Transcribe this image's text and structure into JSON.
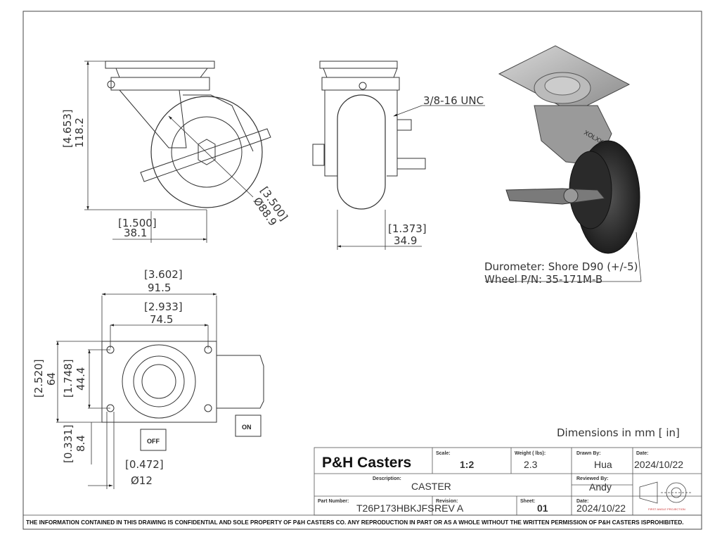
{
  "views": {
    "side": {
      "height_in": "[4.653]",
      "height_mm": "118.2",
      "offset_in": "[1.500]",
      "offset_mm": "38.1",
      "wheel_in": "[3.500]",
      "wheel_mm": "Ø88.9"
    },
    "front": {
      "thread": "3/8-16 UNC",
      "width_in": "[1.373]",
      "width_mm": "34.9"
    },
    "top": {
      "plate_w_in": "[3.602]",
      "plate_w_mm": "91.5",
      "bolt_w_in": "[2.933]",
      "bolt_w_mm": "74.5",
      "plate_h_in": "[2.520]",
      "plate_h_mm": "64",
      "bolt_h_in": "[1.748]",
      "bolt_h_mm": "44.4",
      "hole_off_in": "[0.331]",
      "hole_off_mm": "8.4",
      "hole_d_in": "[0.472]",
      "hole_d_mm": "Ø12",
      "off_label": "OFF",
      "on_label": "ON"
    },
    "iso": {
      "durometer": "Durometer: Shore D90 (+/-5)",
      "wheel_pn": "Wheel P/N: 35-171M-B",
      "brand_mark": "XOLXX"
    }
  },
  "units_note": "Dimensions in mm [ in]",
  "title_block": {
    "company": "P&H Casters",
    "scale_label": "Scale:",
    "scale": "1:2",
    "weight_label": "Weight ( lbs):",
    "weight": "2.3",
    "drawn_label": "Drawn By:",
    "drawn_by": "Hua",
    "date_label": "Date:",
    "date1": "2024/10/22",
    "desc_label": "Description:",
    "description": "CASTER",
    "reviewed_label": "Reviewed By:",
    "reviewed_by": "Andy",
    "part_label": "Part Number:",
    "part_number": "T26P173HBKJFS",
    "rev_label": "Revision:",
    "revision": "REV A",
    "sheet_label": "Sheet:",
    "sheet": "01",
    "date2_label": "Date:",
    "date2": "2024/10/22",
    "projection": "FIRST ANGLE PROJECTION"
  },
  "footer": "THE INFORMATION CONTAINED IN THIS DRAWING IS CONFIDENTIAL AND SOLE PROPERTY OF P&H CASTERS CO.  ANY REPRODUCTION IN PART OR AS A WHOLE WITHOUT THE WRITTEN PERMISSION OF P&H CASTERS ISPROHIBITED."
}
